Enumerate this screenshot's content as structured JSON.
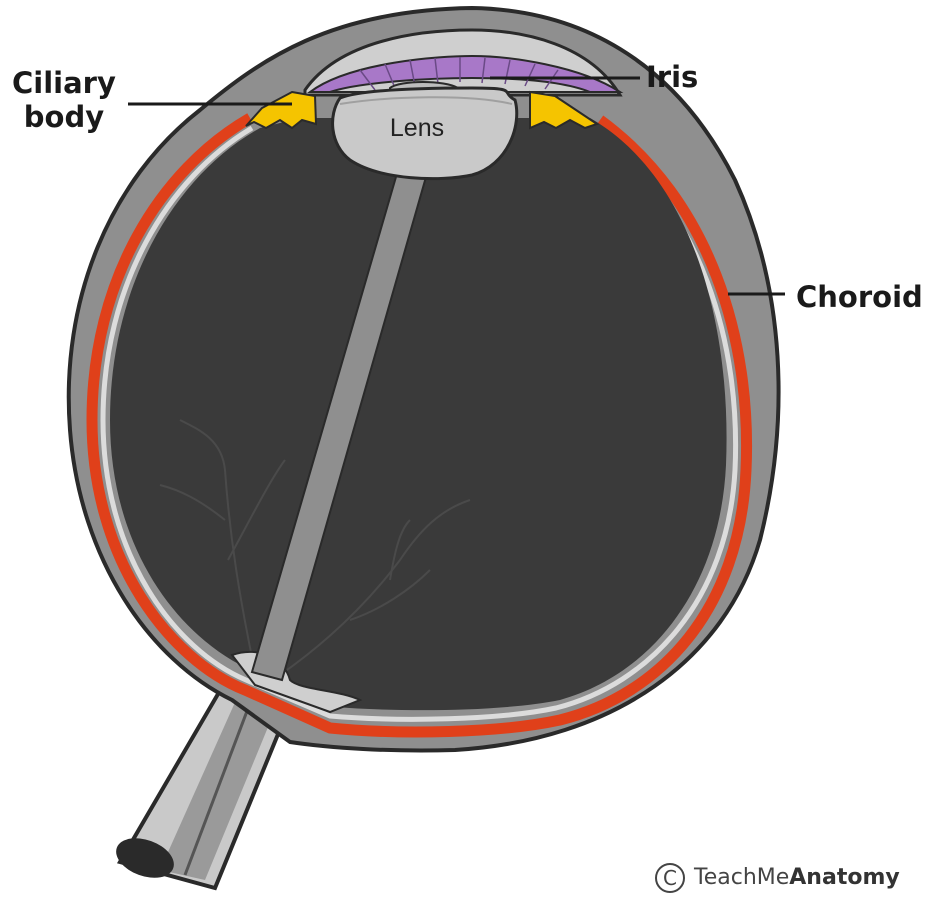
{
  "labels": {
    "ciliary_body_line1": "Ciliary",
    "ciliary_body_line2": "body",
    "iris": "Iris",
    "choroid": "Choroid",
    "lens": "Lens"
  },
  "credit": {
    "mark": "C",
    "brand_plain": "TeachMe",
    "brand_bold": "Anatomy"
  },
  "colors": {
    "sclera": "#8f8f8f",
    "interior": "#3a3a3a",
    "choroid": "#e0401a",
    "ciliary_body": "#f5c400",
    "iris": "#a878c8",
    "lens": "#c9c9c9"
  }
}
